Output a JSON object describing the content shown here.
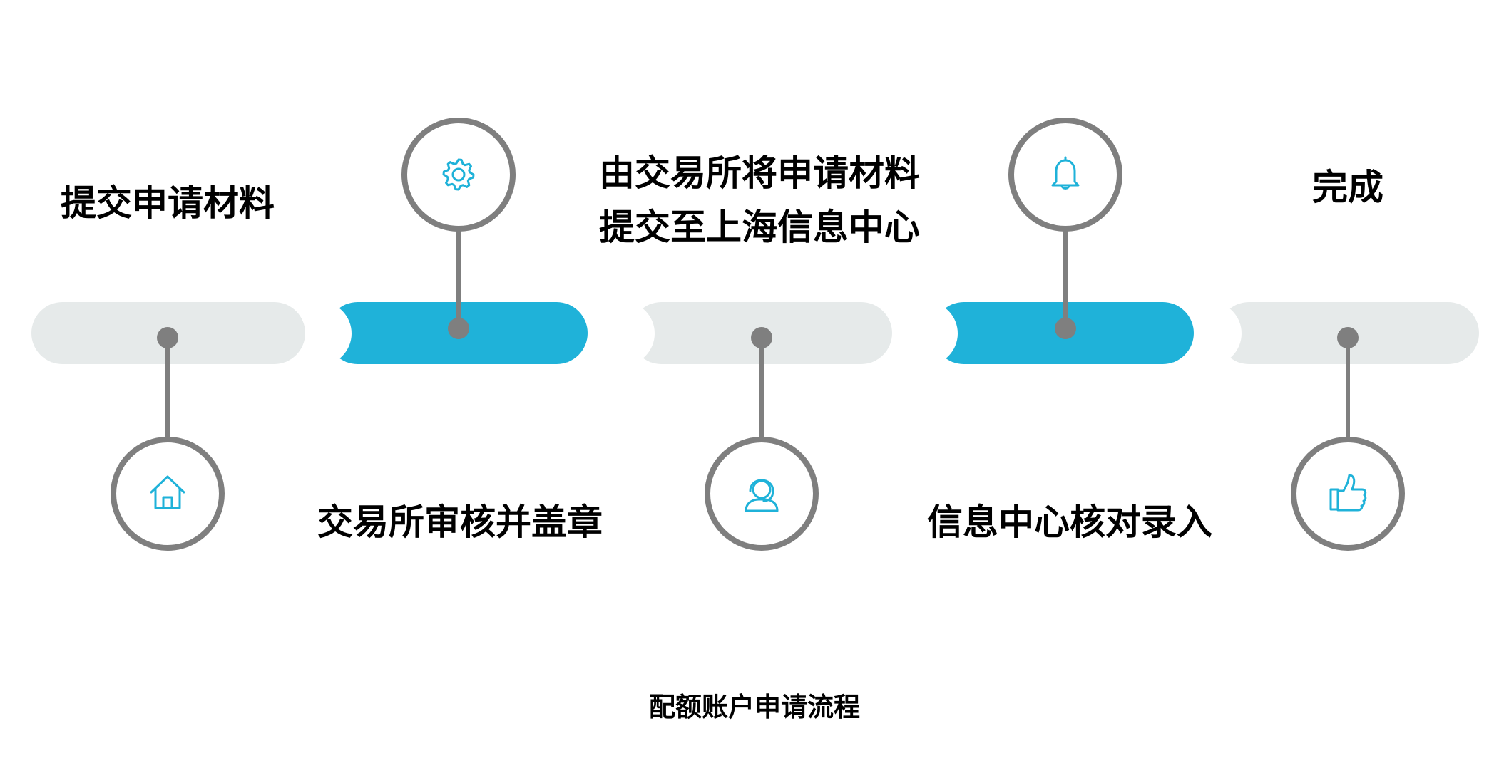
{
  "title": "配额账户申请流程",
  "colors": {
    "bar_light": "#e6eaea",
    "bar_accent": "#1fb2d9",
    "connector": "#7f7f7f",
    "icon": "#1fb2d9",
    "text": "#000000"
  },
  "steps": [
    {
      "label_lines": [
        "提交申请材料"
      ],
      "icon": "home-icon",
      "bar": "light",
      "marker": "below"
    },
    {
      "label_lines": [
        "交易所审核并盖章"
      ],
      "icon": "gear-icon",
      "bar": "accent",
      "marker": "above"
    },
    {
      "label_lines": [
        "由交易所将申请材料",
        "提交至上海信息中心"
      ],
      "icon": "headset-icon",
      "bar": "light",
      "marker": "below"
    },
    {
      "label_lines": [
        "信息中心核对录入"
      ],
      "icon": "bell-icon",
      "bar": "accent",
      "marker": "above"
    },
    {
      "label_lines": [
        "完成"
      ],
      "icon": "thumbs-up-icon",
      "bar": "light",
      "marker": "below"
    }
  ]
}
